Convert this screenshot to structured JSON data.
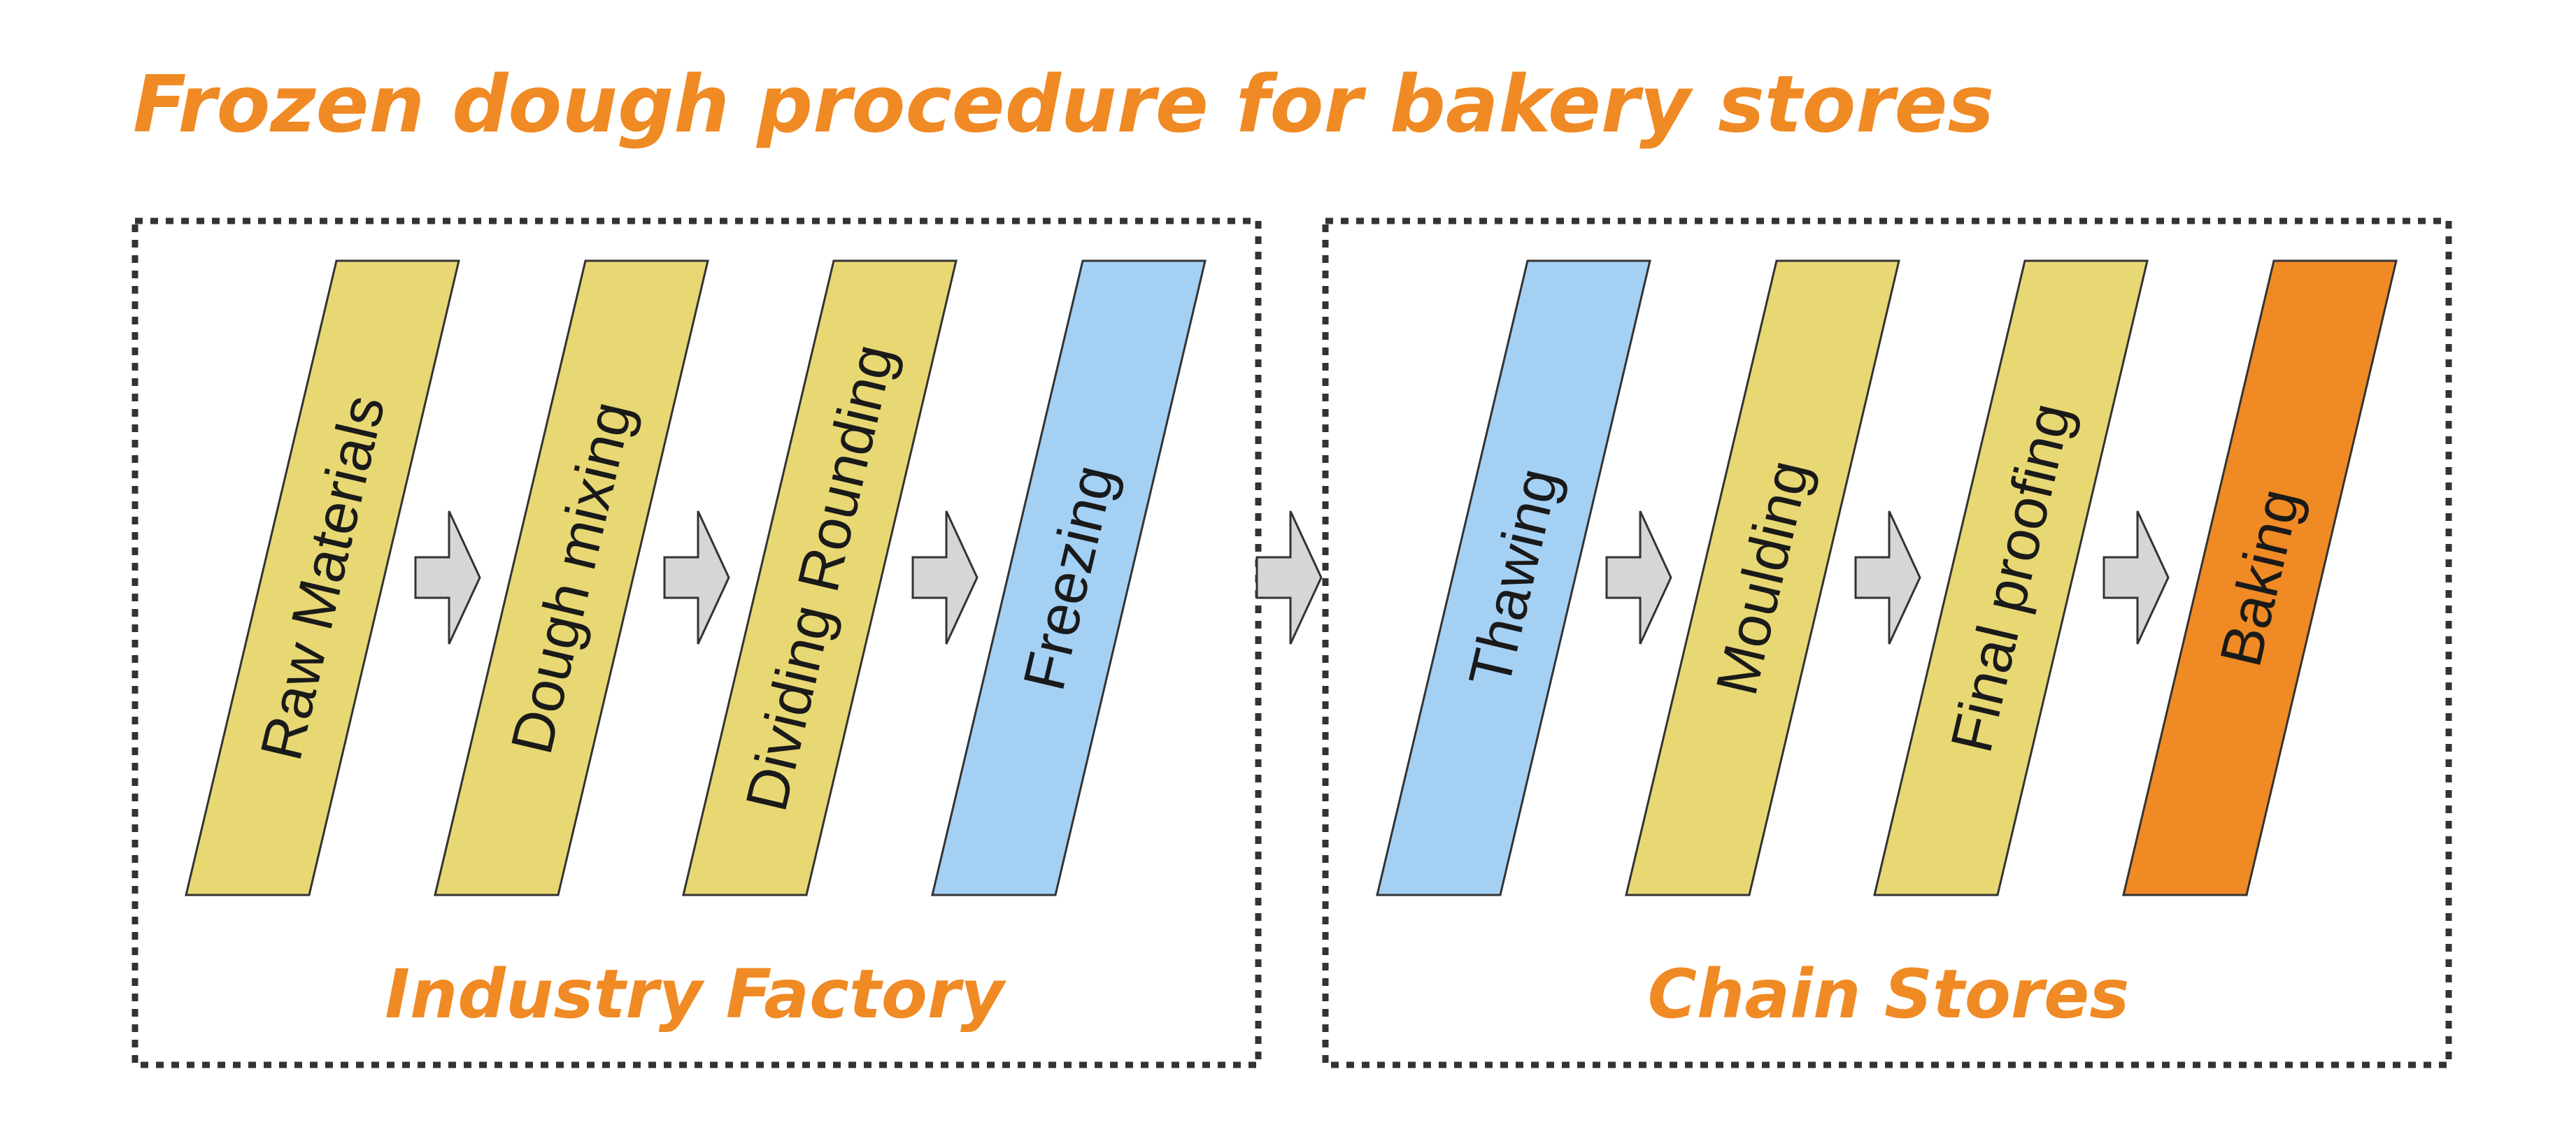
{
  "title": "Frozen dough procedure for bakery stores",
  "colors": {
    "title": "#f08a24",
    "factory_step": "#e8d874",
    "freeze_step": "#a4d0f4",
    "bake_step": "#f08a24",
    "arrow_fill": "#d6d6d6",
    "outline": "#333333",
    "label_text": "#1a1a1a"
  },
  "groups": [
    {
      "label": "Industry Factory",
      "steps": [
        {
          "label": "Raw Materials",
          "kind": "factory_step"
        },
        {
          "label": "Dough mixing",
          "kind": "factory_step"
        },
        {
          "label": "Dividing Rounding",
          "kind": "factory_step"
        },
        {
          "label": "Freezing",
          "kind": "freeze_step"
        }
      ]
    },
    {
      "label": "Chain Stores",
      "steps": [
        {
          "label": "Thawing",
          "kind": "freeze_step"
        },
        {
          "label": "Moulding",
          "kind": "factory_step"
        },
        {
          "label": "Final proofing",
          "kind": "factory_step"
        },
        {
          "label": "Baking",
          "kind": "bake_step"
        }
      ]
    }
  ]
}
